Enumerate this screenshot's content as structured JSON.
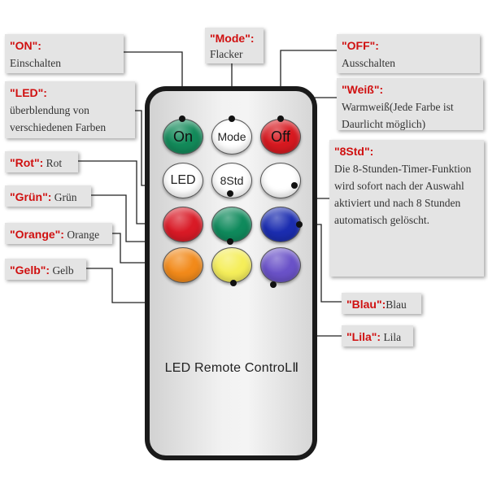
{
  "remote": {
    "label": "LED Remote ControLⅡ",
    "buttons": [
      {
        "id": "on",
        "text": "On",
        "color": "#138a5a",
        "text_color": "#111111"
      },
      {
        "id": "mode",
        "text": "Mode",
        "color": "#ffffff",
        "text_color": "#222222"
      },
      {
        "id": "off",
        "text": "Off",
        "color": "#d71920",
        "text_color": "#111111"
      },
      {
        "id": "led",
        "text": "LED",
        "color": "#ffffff",
        "text_color": "#222222"
      },
      {
        "id": "8std",
        "text": "8Std",
        "color": "#ffffff",
        "text_color": "#222222"
      },
      {
        "id": "weiss",
        "text": "",
        "color": "#ffffff",
        "text_color": "#222222"
      },
      {
        "id": "rot",
        "text": "",
        "color": "#d91a26",
        "text_color": "#222222"
      },
      {
        "id": "gruen",
        "text": "",
        "color": "#0f8a5c",
        "text_color": "#222222"
      },
      {
        "id": "blau",
        "text": "",
        "color": "#1b2db0",
        "text_color": "#222222"
      },
      {
        "id": "orange",
        "text": "",
        "color": "#f28a1a",
        "text_color": "#222222"
      },
      {
        "id": "gelb",
        "text": "",
        "color": "#f5ee5a",
        "text_color": "#222222"
      },
      {
        "id": "lila",
        "text": "",
        "color": "#6a52c8",
        "text_color": "#222222"
      }
    ]
  },
  "labels": {
    "on": {
      "key": "\"ON\":",
      "desc": "Einschalten"
    },
    "mode": {
      "key": "\"Mode\":",
      "desc": "Flacker"
    },
    "off": {
      "key": "\"OFF\":",
      "desc": "Ausschalten"
    },
    "led": {
      "key": "\"LED\":",
      "desc": "überblendung von verschiedenen Farben"
    },
    "weiss": {
      "key": "\"Weiß\":",
      "desc": "Warmweiß(Jede Farbe ist Daurlicht möglich)"
    },
    "8std": {
      "key": "\"8Std\":",
      "desc": "Die 8-Stunden-Timer-Funktion wird sofort nach der Auswahl aktiviert und nach 8 Stunden automatisch gelöscht."
    },
    "rot": {
      "key": "\"Rot\":",
      "desc": "Rot"
    },
    "gruen": {
      "key": "\"Grün\":",
      "desc": "Grün"
    },
    "orange": {
      "key": "\"Orange\":",
      "desc": "Orange"
    },
    "gelb": {
      "key": "\"Gelb\":",
      "desc": "Gelb"
    },
    "blau": {
      "key": "\"Blau\":",
      "desc": "Blau"
    },
    "lila": {
      "key": "\"Lila\":",
      "desc": "Lila"
    }
  },
  "colors": {
    "key_red": "#d01010",
    "label_bg": "#e4e4e4",
    "remote_border": "#1a1a1a"
  }
}
